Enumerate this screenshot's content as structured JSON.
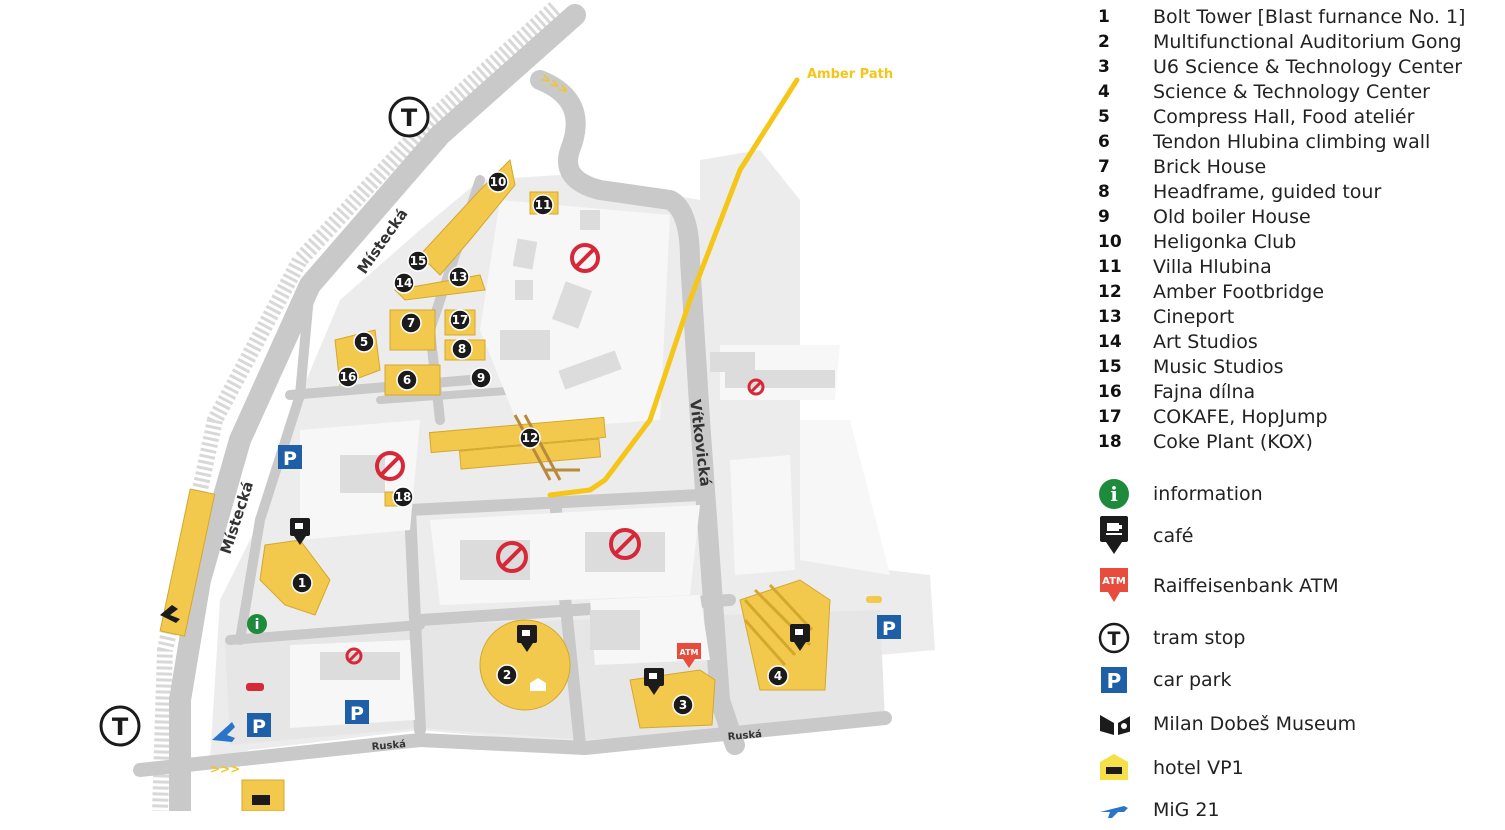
{
  "map": {
    "streets": {
      "mistecka_top": "Místecká",
      "mistecka_bottom": "Místecká",
      "vitkovicka": "Vítkovická",
      "ruska_left": "Ruská",
      "ruska_right": "Ruská"
    },
    "amber_path_label": "Amber Path",
    "markers": [
      "1",
      "2",
      "3",
      "4",
      "5",
      "6",
      "7",
      "8",
      "9",
      "10",
      "11",
      "12",
      "13",
      "14",
      "15",
      "16",
      "17",
      "18"
    ],
    "parking_letter": "P",
    "tram_letter": "T",
    "info_letter": "i",
    "atm_text": "ATM",
    "colors": {
      "road": "#c9c9c9",
      "ground": "#ececec",
      "building": "#f2c94c",
      "path": "#f5c518",
      "marker": "#1b1b1b",
      "parking": "#1f5fa8",
      "info": "#1e8a3c",
      "atm": "#e74c3c",
      "forbidden": "#d62839"
    }
  },
  "legend": {
    "places": [
      {
        "num": "1",
        "label": "Bolt Tower [Blast furnance No. 1]"
      },
      {
        "num": "2",
        "label": "Multifunctional Auditorium Gong"
      },
      {
        "num": "3",
        "label": "U6 Science & Technology Center"
      },
      {
        "num": "4",
        "label": "Science & Technology Center"
      },
      {
        "num": "5",
        "label": "Compress Hall, Food ateliér"
      },
      {
        "num": "6",
        "label": "Tendon Hlubina climbing wall"
      },
      {
        "num": "7",
        "label": "Brick House"
      },
      {
        "num": "8",
        "label": "Headframe, guided tour"
      },
      {
        "num": "9",
        "label": "Old boiler House"
      },
      {
        "num": "10",
        "label": "Heligonka Club"
      },
      {
        "num": "11",
        "label": "Villa Hlubina"
      },
      {
        "num": "12",
        "label": "Amber Footbridge"
      },
      {
        "num": "13",
        "label": "Cineport"
      },
      {
        "num": "14",
        "label": "Art Studios"
      },
      {
        "num": "15",
        "label": "Music Studios"
      },
      {
        "num": "16",
        "label": "Fajna dílna"
      },
      {
        "num": "17",
        "label": "COKAFE, HopJump"
      },
      {
        "num": "18",
        "label": "Coke Plant (KOX)"
      }
    ],
    "icons": [
      {
        "icon": "info-icon",
        "label": "information"
      },
      {
        "icon": "cafe-icon",
        "label": "café"
      },
      {
        "icon": "atm-icon",
        "label": "Raiffeisenbank ATM"
      },
      {
        "icon": "tram-icon",
        "label": "tram stop"
      },
      {
        "icon": "parking-icon",
        "label": "car park"
      },
      {
        "icon": "museum-icon",
        "label": "Milan Dobeš Museum"
      },
      {
        "icon": "hotel-icon",
        "label": "hotel VP1"
      },
      {
        "icon": "plane-icon",
        "label": "MiG 21"
      }
    ]
  }
}
